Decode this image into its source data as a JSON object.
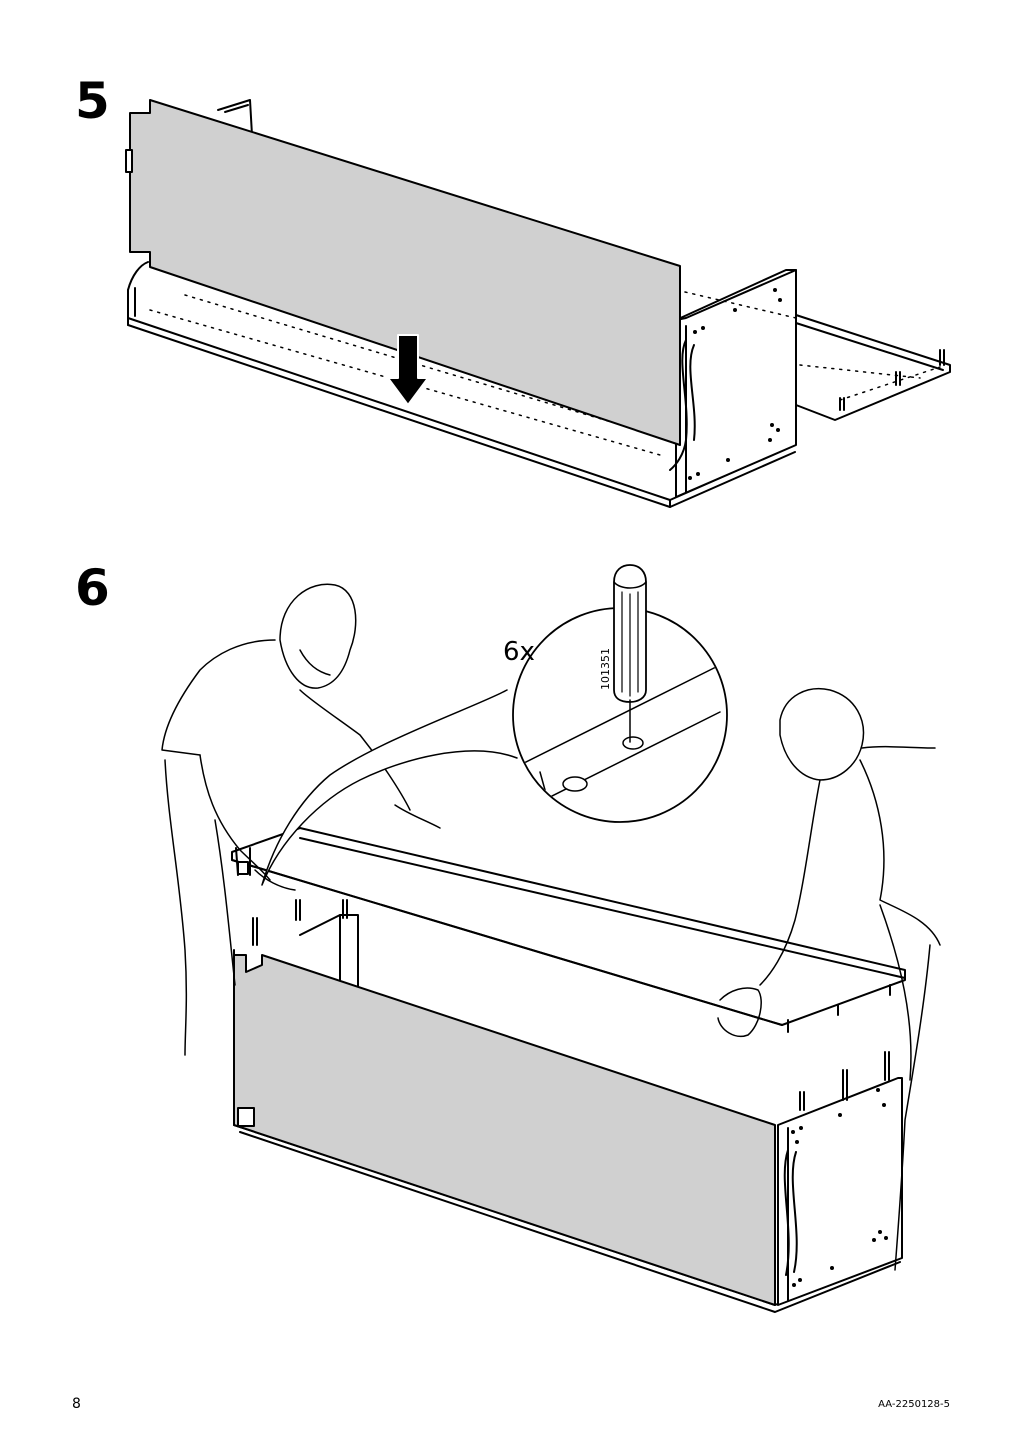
{
  "steps": [
    {
      "number": "5"
    },
    {
      "number": "6"
    }
  ],
  "detail": {
    "quantity": "6x",
    "tool_code": "101351"
  },
  "footer": {
    "page_number": "8",
    "document_code": "AA-2250128-5"
  }
}
